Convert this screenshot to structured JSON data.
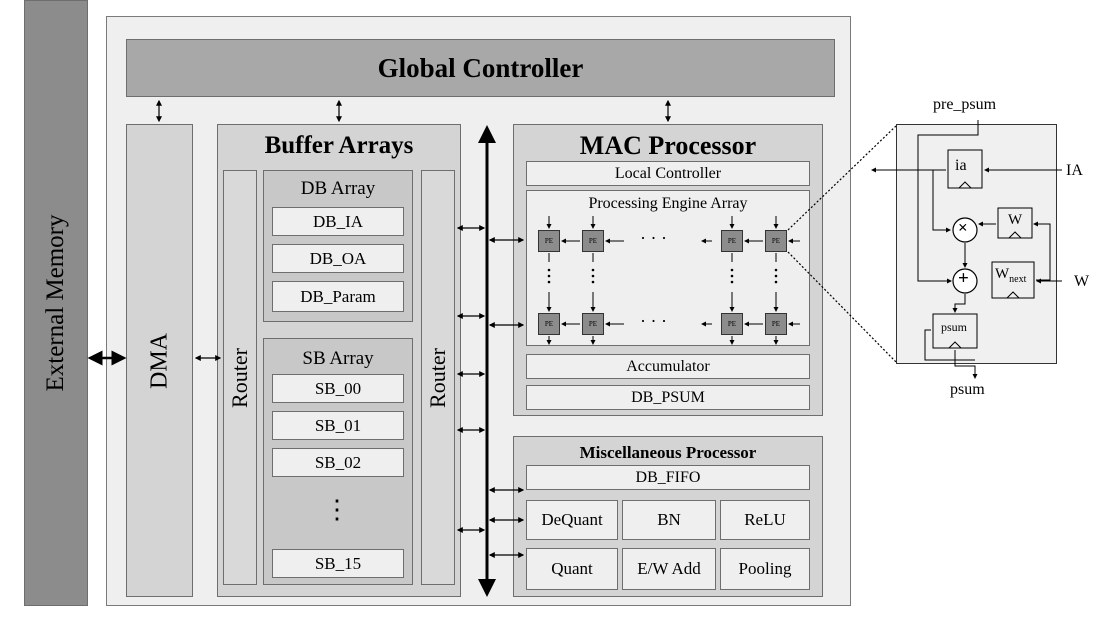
{
  "external_memory": "External Memory",
  "global_controller": "Global Controller",
  "dma": "DMA",
  "buffer_arrays": {
    "title": "Buffer Arrays",
    "router": "Router",
    "db_array": {
      "title": "DB Array",
      "items": [
        "DB_IA",
        "DB_OA",
        "DB_Param"
      ]
    },
    "sb_array": {
      "title": "SB Array",
      "items": [
        "SB_00",
        "SB_01",
        "SB_02",
        "SB_15"
      ],
      "ellipsis": "⋮"
    }
  },
  "mac_processor": {
    "title": "MAC Processor",
    "local_controller": "Local Controller",
    "pe_array_title": "Processing Engine Array",
    "pe_label": "PE",
    "dots": "· · ·",
    "accumulator": "Accumulator",
    "db_psum": "DB_PSUM"
  },
  "misc_processor": {
    "title": "Miscellaneous Processor",
    "db_fifo": "DB_FIFO",
    "cells": [
      "DeQuant",
      "BN",
      "ReLU",
      "Quant",
      "E/W Add",
      "Pooling"
    ]
  },
  "pe_detail": {
    "pre_psum": "pre_psum",
    "ia_reg": "ia",
    "ia_input": "IA",
    "w_reg": "W",
    "w_next": "W",
    "w_next_sub": "next",
    "w_input": "W",
    "psum_reg": "psum",
    "psum_out": "psum",
    "mult": "×",
    "add": "+"
  }
}
